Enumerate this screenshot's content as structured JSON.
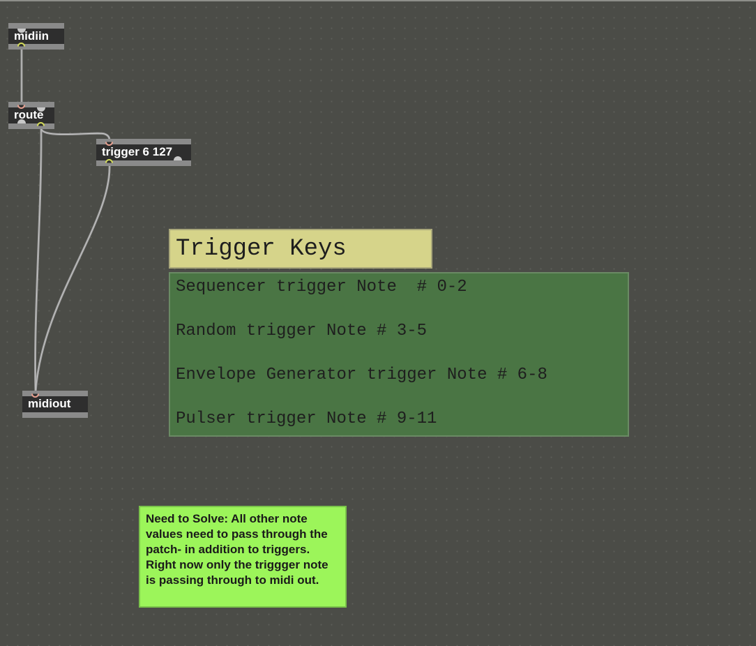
{
  "objects": {
    "midiin": "midiin",
    "route": "route",
    "trigger": "trigger 6 127",
    "midiout": "midiout"
  },
  "comments": {
    "title": "Trigger Keys",
    "lines": [
      "Sequencer trigger Note  # 0-2",
      "Random trigger Note # 3-5",
      "Envelope Generator trigger Note # 6-8",
      "Pulser trigger Note # 9-11"
    ],
    "note": "Need to Solve: All other note values need to pass through the patch- in addition to triggers. Right now only the triggger note is passing through to midi out."
  },
  "colors": {
    "canvas": "#4b4c47",
    "title_bg": "#d6d48a",
    "panel_bg": "#4a7544",
    "note_bg": "#9cf55a"
  }
}
